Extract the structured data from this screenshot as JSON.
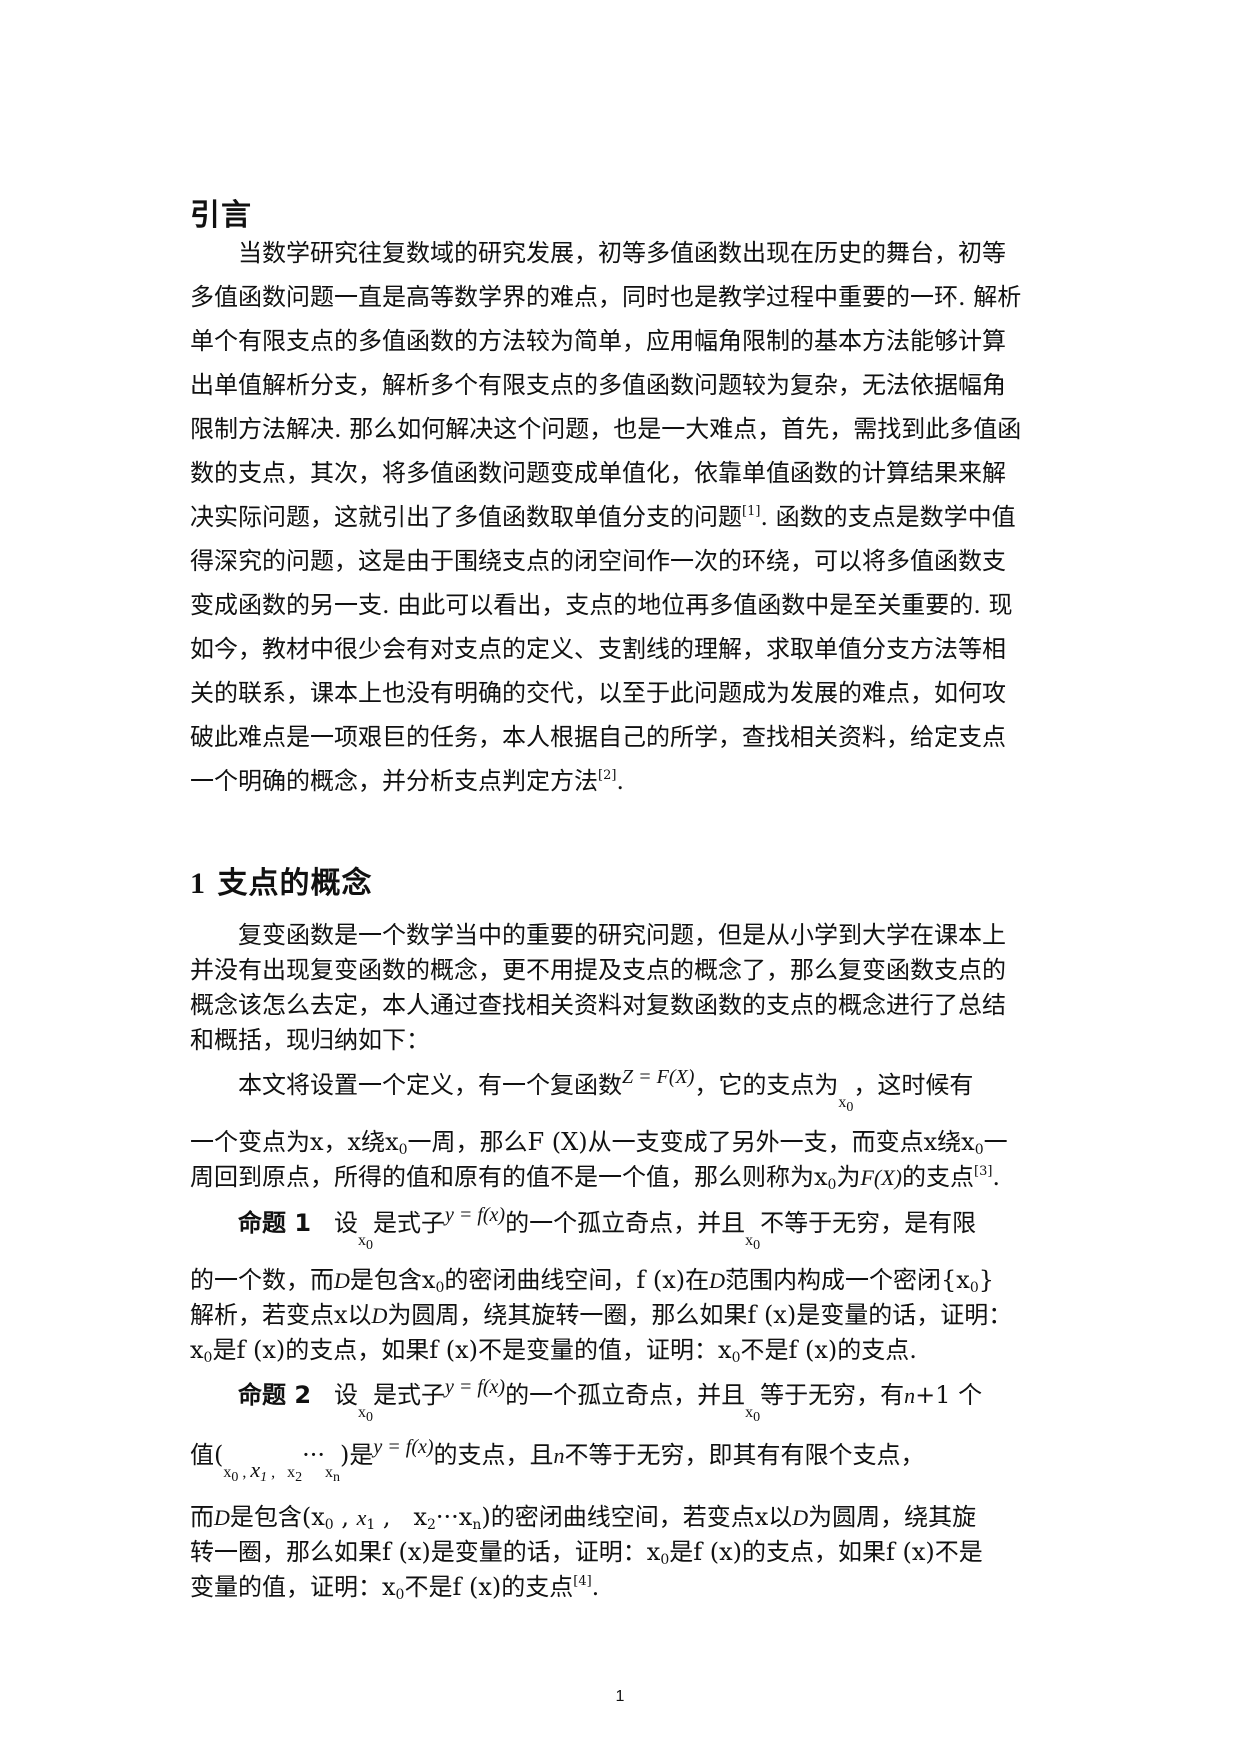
{
  "intro": {
    "heading": "引言",
    "lines": [
      "当数学研究往复数域的研究发展，初等多值函数出现在历史的舞台，初等",
      "多值函数问题一直是高等数学界的难点，同时也是教学过程中重要的一环. 解析",
      "单个有限支点的多值函数的方法较为简单，应用幅角限制的基本方法能够计算",
      "出单值解析分支，解析多个有限支点的多值函数问题较为复杂，无法依据幅角",
      "限制方法解决. 那么如何解决这个问题，也是一大难点，首先，需找到此多值函",
      "数的支点，其次，将多值函数问题变成单值化，依靠单值函数的计算结果来解",
      "决实际问题，这就引出了多值函数取单值分支的问题",
      ". 函数的支点是数学中值",
      "得深究的问题，这是由于围绕支点的闭空间作一次的环绕，可以将多值函数支",
      "变成函数的另一支. 由此可以看出，支点的地位再多值函数中是至关重要的. 现",
      "如今，教材中很少会有对支点的定义、支割线的理解，求取单值分支方法等相",
      "关的联系，课本上也没有明确的交代，以至于此问题成为发展的难点，如何攻",
      "破此难点是一项艰巨的任务，本人根据自己的所学，查找相关资料，给定支点",
      "一个明确的概念，并分析支点判定方法",
      "."
    ],
    "cite1": "[1]",
    "cite2": "[2]"
  },
  "section1": {
    "number": "1",
    "heading": "支点的概念",
    "para1": [
      "复变函数是一个数学当中的重要的研究问题，但是从小学到大学在课本上",
      "并没有出现复变函数的概念，更不用提及支点的概念了，那么复变函数支点的",
      "概念该怎么去定，本人通过查找相关资料对复数函数的支点的概念进行了总结",
      "和概括，现归纳如下："
    ],
    "def": {
      "l1a": "本文将设置一个定义，有一个复函数",
      "l1math": "Z = F(X)",
      "l1b": "，它的支点为",
      "l1x": "x",
      "l1xsub": "0",
      "l1c": "，这时候有",
      "l2a": "一个变点为x，x绕x",
      "l2b": "一周，那么F (X)从一支变成了另外一支，而变点x绕x",
      "l2c": "一",
      "l3a": "周回到原点，所得的值和原有的值不是一个值，那么则称为x",
      "l3b": "为",
      "l3math": "F(X)",
      "l3c": "的支点",
      "l3cite": "[3]",
      "l3d": ".",
      "sub0": "0"
    },
    "prop1": {
      "label": "命题 1",
      "l1a": "设",
      "l1b": "是式子",
      "l1math": "y = f(x)",
      "l1c": "的一个孤立奇点，并且",
      "l1d": "不等于无穷，是有限",
      "l2a": "的一个数，而",
      "D": "D",
      "l2b": "是包含x",
      "l2c": "的密闭曲线空间，f (x)在",
      "l2d": "范围内构成一个密闭{x",
      "l2e": "}",
      "l3a": "解析，若变点x以",
      "l3b": "为圆周，绕其旋转一圈，那么如果f (x)是变量的话，证明：",
      "l4a": "x",
      "l4b": "是f (x)的支点，如果f (x)不是变量的值，证明：x",
      "l4c": "不是f (x)的支点.",
      "x": "x",
      "sub0": "0"
    },
    "prop2": {
      "label": "命题 2",
      "l1a": "设",
      "l1b": "是式子",
      "l1math": "y = f(x)",
      "l1c": "的一个孤立奇点，并且",
      "l1d": "等于无穷，有",
      "l1n": "n",
      "l1e": "+1 个",
      "l2a": "值(",
      "l2x0": "x",
      "l2sep1": " , ",
      "l2x1": "x",
      "l2sep2": " ,   ",
      "l2x2": "x",
      "l2dots": "···",
      "l2xn": "x",
      "l2b": ")是",
      "l2math": "y = f(x)",
      "l2c": "的支点，且",
      "l2n": "n",
      "l2d": "不等于无穷，即其有有限个支点，",
      "l3a": "而",
      "D": "D",
      "l3b": "是包含(x",
      "l3c": " , ",
      "l3x1": "x",
      "l3d": " ,   x",
      "l3e": "···x",
      "l3f": ")的密闭曲线空间，若变点x以",
      "l3g": "为圆周，绕其旋",
      "l4": "转一圈，那么如果f (x)是变量的话，证明：x",
      "l4b": "是f (x)的支点，如果f (x)不是",
      "l5a": "变量的值，证明：x",
      "l5b": "不是f (x)的支点",
      "l5cite": "[4]",
      "l5c": ".",
      "sub0": "0",
      "sub1": "1",
      "sub2": "2",
      "subn": "n"
    }
  },
  "footer": {
    "page_number": "1"
  }
}
